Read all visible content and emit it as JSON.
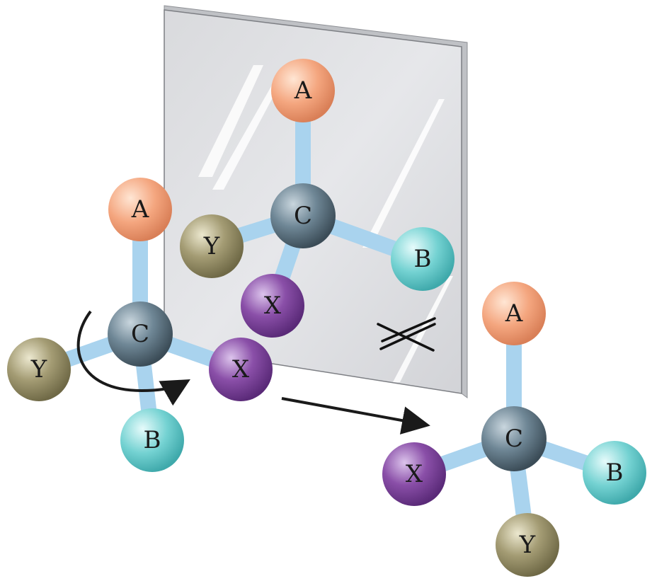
{
  "colors": {
    "atom_A": "#f2a07d",
    "atom_B": "#6fd0d0",
    "atom_C": "#6f8796",
    "atom_X": "#8a4fa8",
    "atom_Y": "#9a936a",
    "bond": "#a9d3ee",
    "mirror": "#e3e4e7",
    "arrow": "#1a1a1a"
  },
  "molecules": {
    "original": {
      "center": "C",
      "top": "A",
      "left": "Y",
      "right": "X",
      "bottom": "B"
    },
    "reflection": {
      "center": "C",
      "top": "A",
      "left": "Y",
      "right": "B",
      "bottom": "X"
    },
    "rotated": {
      "center": "C",
      "top": "A",
      "left": "X",
      "right": "B",
      "bottom": "Y"
    }
  },
  "icons": {
    "rotation": "curved-rotation-arrow-icon",
    "transform": "straight-arrow-icon",
    "not_superimposable": "double-cross-icon"
  }
}
